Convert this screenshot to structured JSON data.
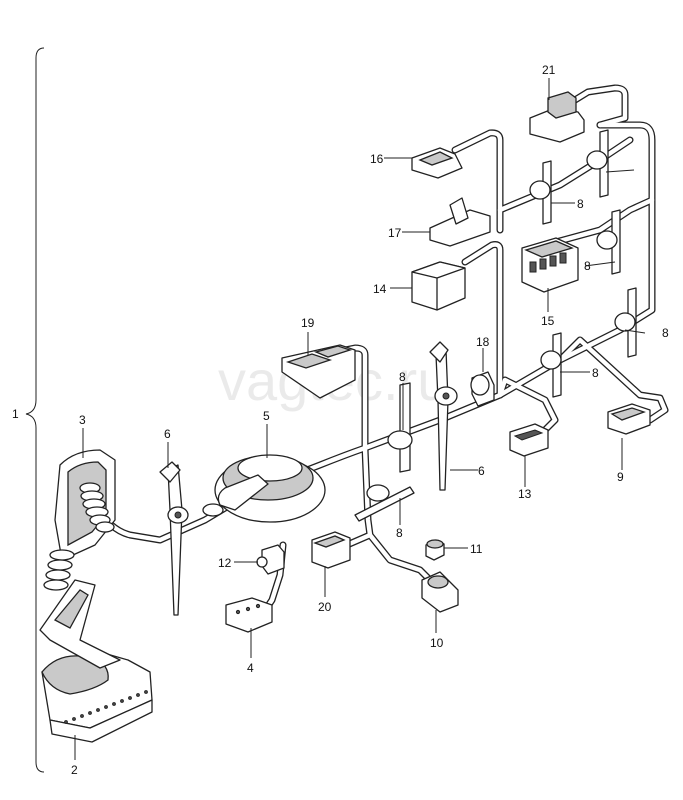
{
  "watermark": "vagtec.ru",
  "callouts": {
    "c1": "1",
    "c2": "2",
    "c3": "3",
    "c4": "4",
    "c5": "5",
    "c6a": "6",
    "c6b": "6",
    "c8a": "8",
    "c8b": "8",
    "c8c": "8",
    "c8d": "8",
    "c8e": "8",
    "c8f": "8",
    "c9": "9",
    "c10": "10",
    "c11": "11",
    "c12": "12",
    "c13": "13",
    "c14": "14",
    "c15": "15",
    "c16": "16",
    "c17": "17",
    "c18": "18",
    "c19": "19",
    "c20": "20",
    "c21": "21"
  },
  "colors": {
    "line": "#222222",
    "fill": "#ffffff",
    "shade": "#c9c9c9",
    "watermark": "#000000"
  }
}
